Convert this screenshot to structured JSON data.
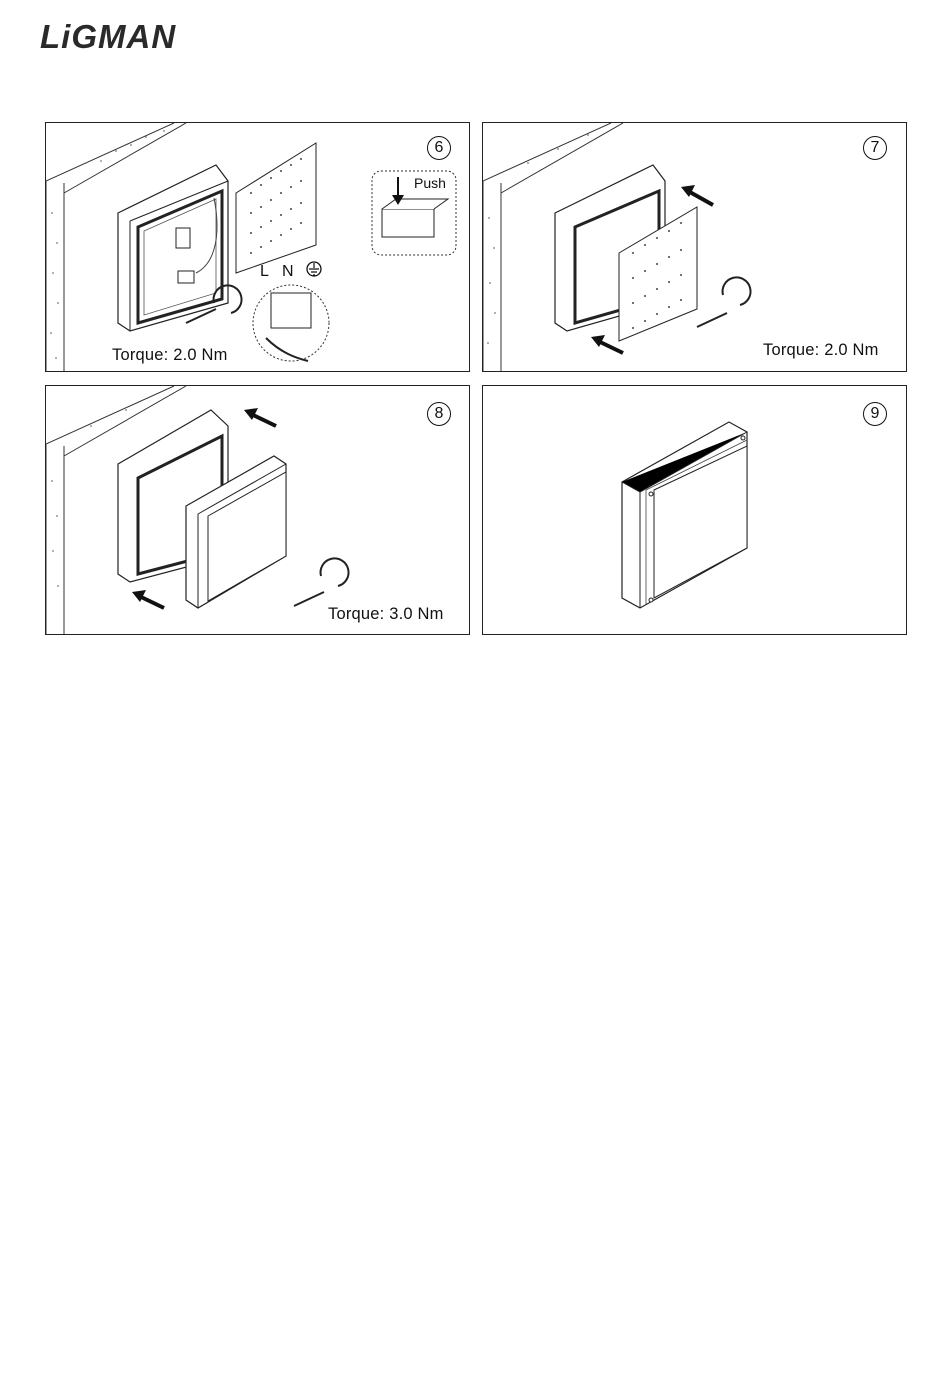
{
  "brand": {
    "logo_text": "LiGMAN"
  },
  "steps": [
    {
      "number": "6",
      "torque": "Torque: 2.0 Nm",
      "push_label": "Push",
      "wire_labels": [
        "L",
        "N"
      ]
    },
    {
      "number": "7",
      "torque": "Torque: 2.0 Nm"
    },
    {
      "number": "8",
      "torque": "Torque: 3.0 Nm"
    },
    {
      "number": "9"
    }
  ]
}
